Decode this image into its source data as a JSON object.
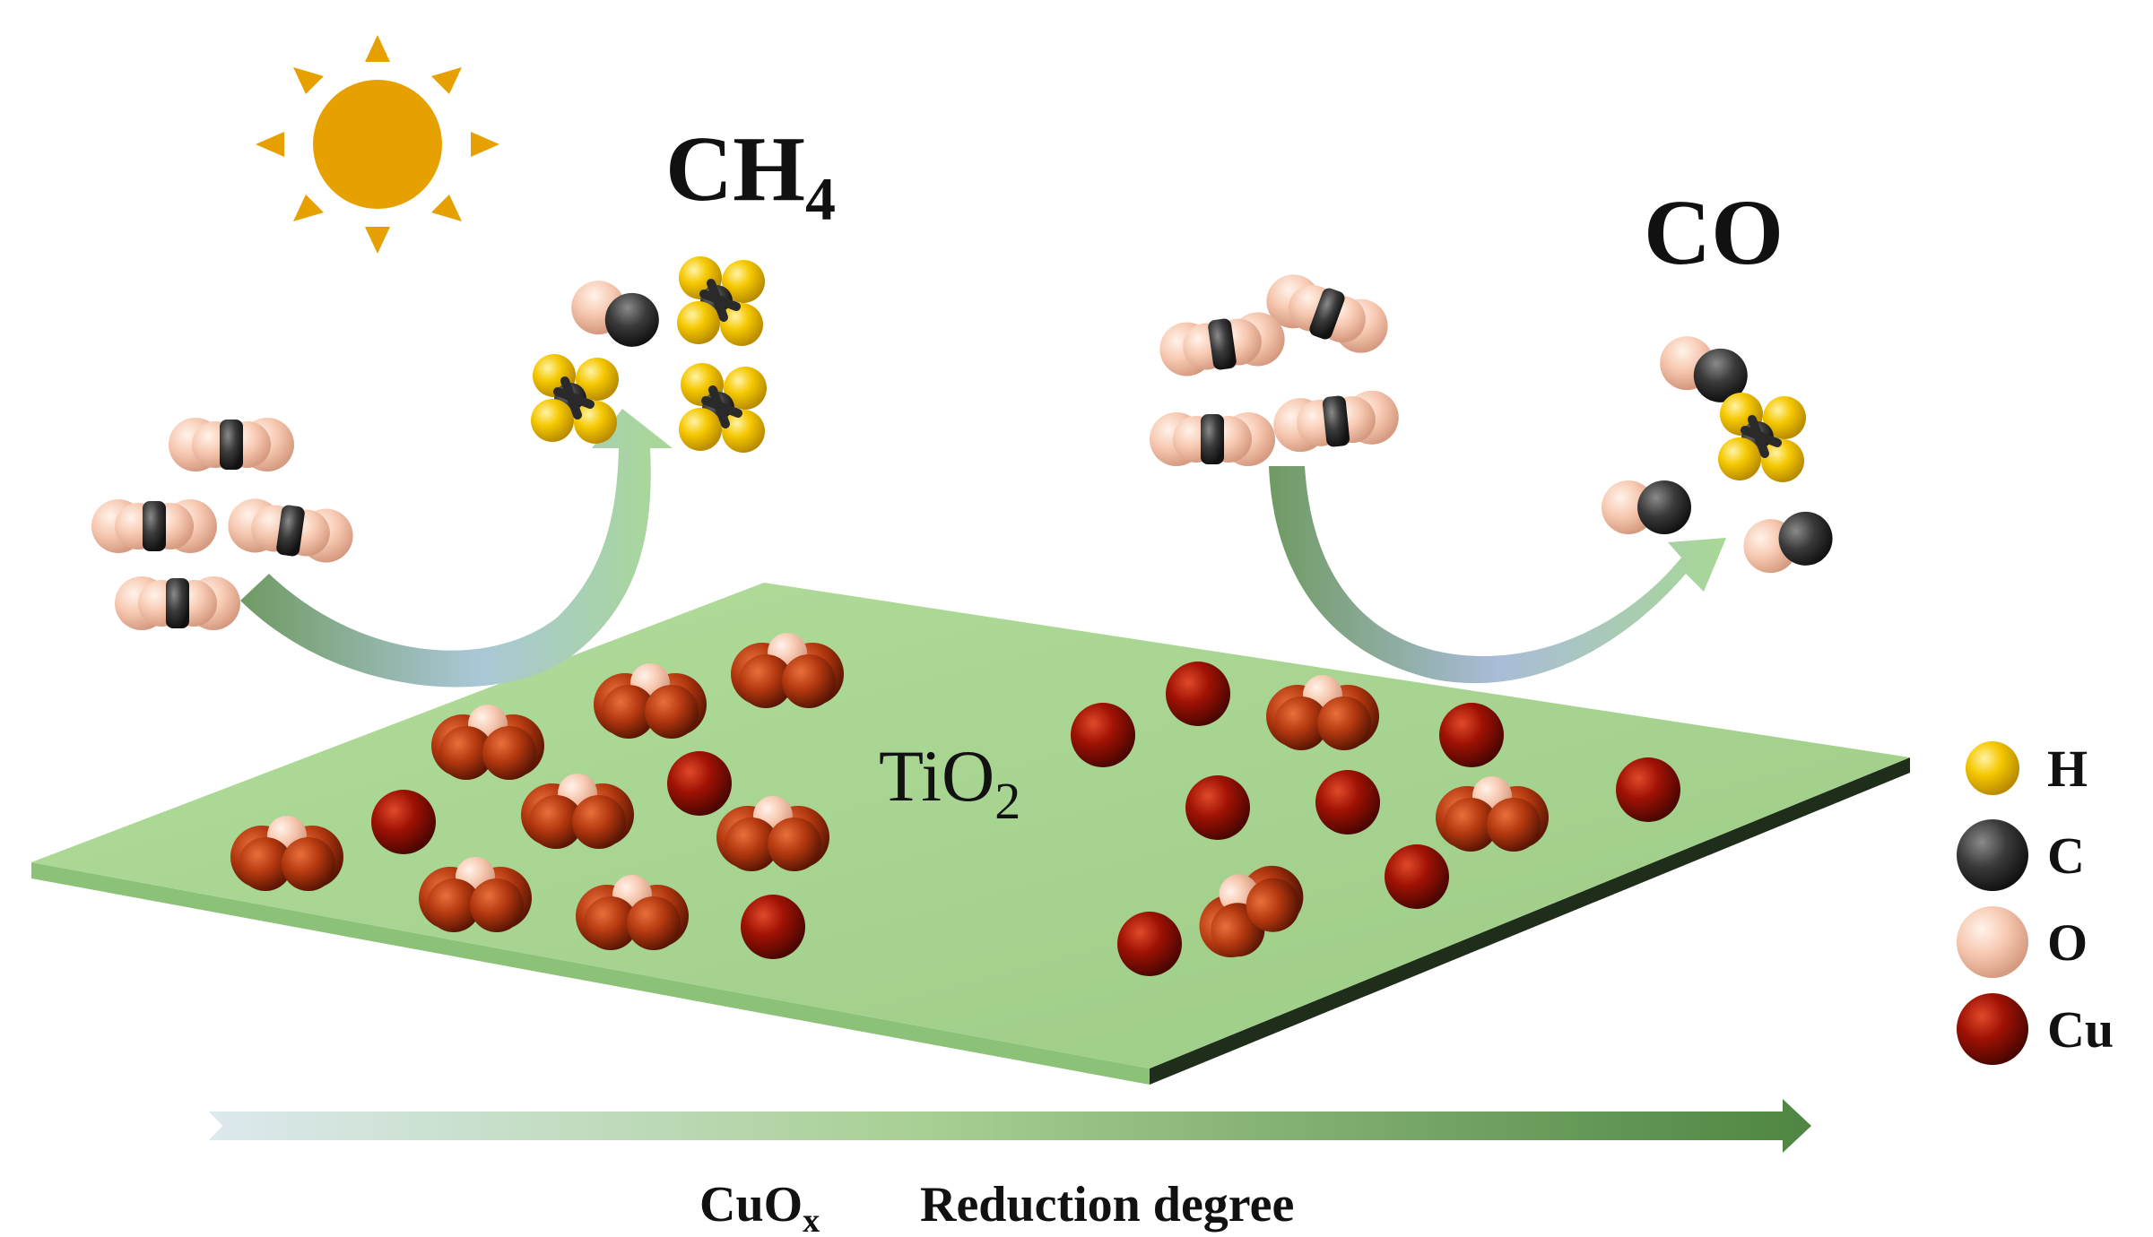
{
  "labels": {
    "product_left": "CH",
    "product_left_sub": "4",
    "product_right": "CO",
    "support": "TiO",
    "support_sub": "2",
    "axis_main": "CuO",
    "axis_main_sub": "x",
    "axis_caption": "Reduction degree"
  },
  "legend": [
    {
      "atom": "H",
      "color": "#f2c200"
    },
    {
      "atom": "C",
      "color": "#3c3c3c"
    },
    {
      "atom": "O",
      "color": "#f6c6ae"
    },
    {
      "atom": "Cu",
      "color": "#8f1204"
    }
  ],
  "colors": {
    "sun": "#e6a100",
    "plate_top": "#a9d692",
    "plate_edge": "#1e2e1a",
    "arrow_green": "#7faf72",
    "axis_arrow": "#5c8e4e",
    "cu_metal": "#a01204",
    "cu_oxide": "#b5390f"
  },
  "icons": [
    "sun-icon",
    "co2-molecule-icon",
    "ch4-molecule-icon",
    "co-molecule-icon",
    "cu-atom-icon",
    "cuox-cluster-icon"
  ]
}
